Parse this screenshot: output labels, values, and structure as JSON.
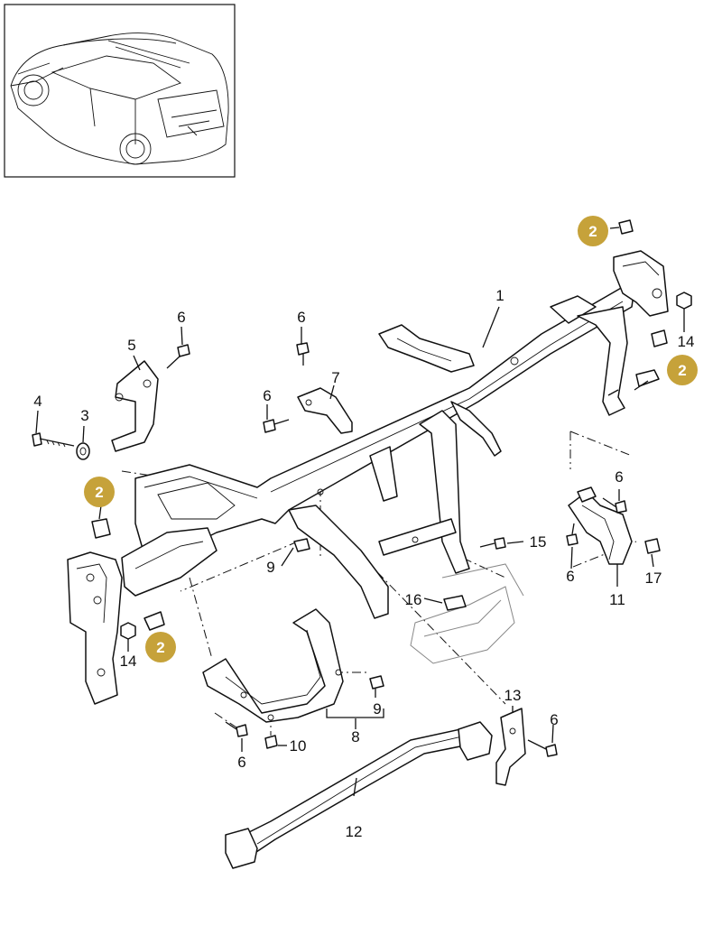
{
  "callouts": [
    {
      "id": "c1",
      "text": "1"
    },
    {
      "id": "c3",
      "text": "3"
    },
    {
      "id": "c4",
      "text": "4"
    },
    {
      "id": "c5",
      "text": "5"
    },
    {
      "id": "c6a",
      "text": "6"
    },
    {
      "id": "c6b",
      "text": "6"
    },
    {
      "id": "c6c",
      "text": "6"
    },
    {
      "id": "c6d",
      "text": "6"
    },
    {
      "id": "c6e",
      "text": "6"
    },
    {
      "id": "c6f",
      "text": "6"
    },
    {
      "id": "c6g",
      "text": "6"
    },
    {
      "id": "c7",
      "text": "7"
    },
    {
      "id": "c8",
      "text": "8"
    },
    {
      "id": "c9a",
      "text": "9"
    },
    {
      "id": "c9b",
      "text": "9"
    },
    {
      "id": "c10",
      "text": "10"
    },
    {
      "id": "c11",
      "text": "11"
    },
    {
      "id": "c12",
      "text": "12"
    },
    {
      "id": "c13",
      "text": "13"
    },
    {
      "id": "c14a",
      "text": "14"
    },
    {
      "id": "c14b",
      "text": "14"
    },
    {
      "id": "c15",
      "text": "15"
    },
    {
      "id": "c16",
      "text": "16"
    },
    {
      "id": "c17",
      "text": "17"
    }
  ],
  "badges": [
    {
      "id": "b1",
      "text": "2"
    },
    {
      "id": "b2",
      "text": "2"
    },
    {
      "id": "b3",
      "text": "2"
    },
    {
      "id": "b4",
      "text": "2"
    }
  ],
  "colors": {
    "badge": "#c6a23a",
    "line": "#111111"
  }
}
